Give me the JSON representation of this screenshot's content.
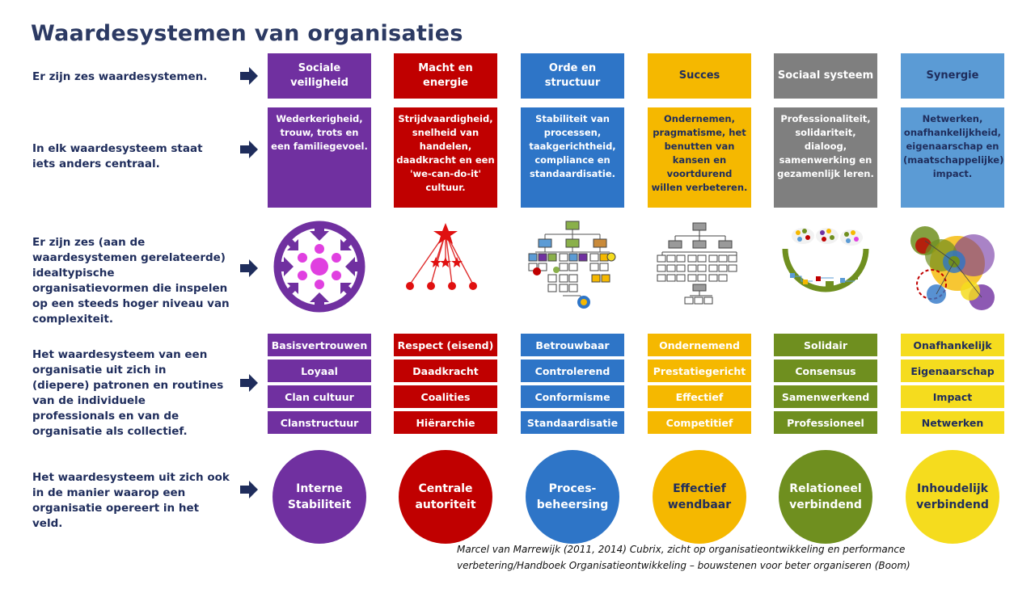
{
  "title": "Waardesystemen van organisaties",
  "row_labels": [
    "Er zijn zes waardesystemen.",
    "In elk waardesysteem staat iets anders centraal.",
    "Er zijn zes (aan de waardesystemen gerelateerde) idealtypische organisatievormen die inspelen op een steeds hoger niveau van complexiteit.",
    "Het waardesysteem van een organisatie uit zich in (diepere) patronen en routines van de individuele professionals en van de organisatie als collectief.",
    "Het waardesysteem uit zich ook in de manier waarop een organisatie opereert in het veld."
  ],
  "columns": [
    {
      "header": "Sociale veiligheid",
      "color": "#7030a0",
      "description": "Wederkerigheid, trouw, trots en een familiegevoel.",
      "traits": [
        "Basisvertrouwen",
        "Loyaal",
        "Clan cultuur",
        "Clanstructuur"
      ],
      "circle": "Interne\nStabiliteit",
      "icon": "circle-arrows-icon"
    },
    {
      "header": "Macht en energie",
      "color": "#c00000",
      "description": "Strijdvaardigheid, snelheid van handelen, daadkracht en een 'we-can-do-it' cultuur.",
      "traits": [
        "Respect (eisend)",
        "Daadkracht",
        "Coalities",
        "Hiërarchie"
      ],
      "circle": "Centrale\nautoriteit",
      "icon": "star-network-icon"
    },
    {
      "header": "Orde en structuur",
      "color": "#2e75c7",
      "description": "Stabiliteit van processen, taakgerichtheid, compliance en standaardisatie.",
      "traits": [
        "Betrouwbaar",
        "Controlerend",
        "Conformisme",
        "Standaardisatie"
      ],
      "circle": "Proces-\nbeheersing",
      "icon": "org-chart-icon"
    },
    {
      "header": "Succes",
      "color": "#f5b800",
      "description": "Ondernemen, pragmatisme, het benutten van kansen en voortdurend willen verbeteren.",
      "traits": [
        "Ondernemend",
        "Prestatiegericht",
        "Effectief",
        "Competitief"
      ],
      "circle": "Effectief\nwendbaar",
      "icon": "hierarchy-icon"
    },
    {
      "header": "Sociaal systeem",
      "color": "#7f7f7f",
      "description": "Professionaliteit, solidariteit, dialoog, samenwerking en gezamenlijk leren.",
      "traits": [
        "Solidair",
        "Consensus",
        "Samenwerkend",
        "Professioneel"
      ],
      "circle": "Relationeel\nverbindend",
      "icon": "network-bowl-icon"
    },
    {
      "header": "Synergie",
      "color": "#5b9bd5",
      "description": "Netwerken, onafhankelijkheid, eigenaarschap en (maatschappelijke) impact.",
      "traits": [
        "Onafhankelijk",
        "Eigenaarschap",
        "Impact",
        "Netwerken"
      ],
      "circle": "Inhoudelijk\nverbindend",
      "icon": "overlapping-circles-icon"
    }
  ],
  "stack_colors": [
    "#7030a0",
    "#c00000",
    "#2e75c7",
    "#f5b800",
    "#6f8f1f",
    "#f5dc1e"
  ],
  "trait_text_colors": [
    "#ffffff",
    "#ffffff",
    "#ffffff",
    "#ffffff",
    "#ffffff",
    "#1f2d5c"
  ],
  "circle_colors": [
    "#7030a0",
    "#c00000",
    "#2e75c7",
    "#f5b800",
    "#6f8f1f",
    "#f5dc1e"
  ],
  "circle_text_colors": [
    "#ffffff",
    "#ffffff",
    "#ffffff",
    "#1f2d5c",
    "#ffffff",
    "#1f2d5c"
  ],
  "citation_line1": "Marcel van Marrewijk (2011, 2014) Cubrix, zicht op organisatieontwikkeling en performance",
  "citation_line2": "verbetering/Handboek Organisatieontwikkeling – bouwstenen voor beter organiseren (Boom)"
}
